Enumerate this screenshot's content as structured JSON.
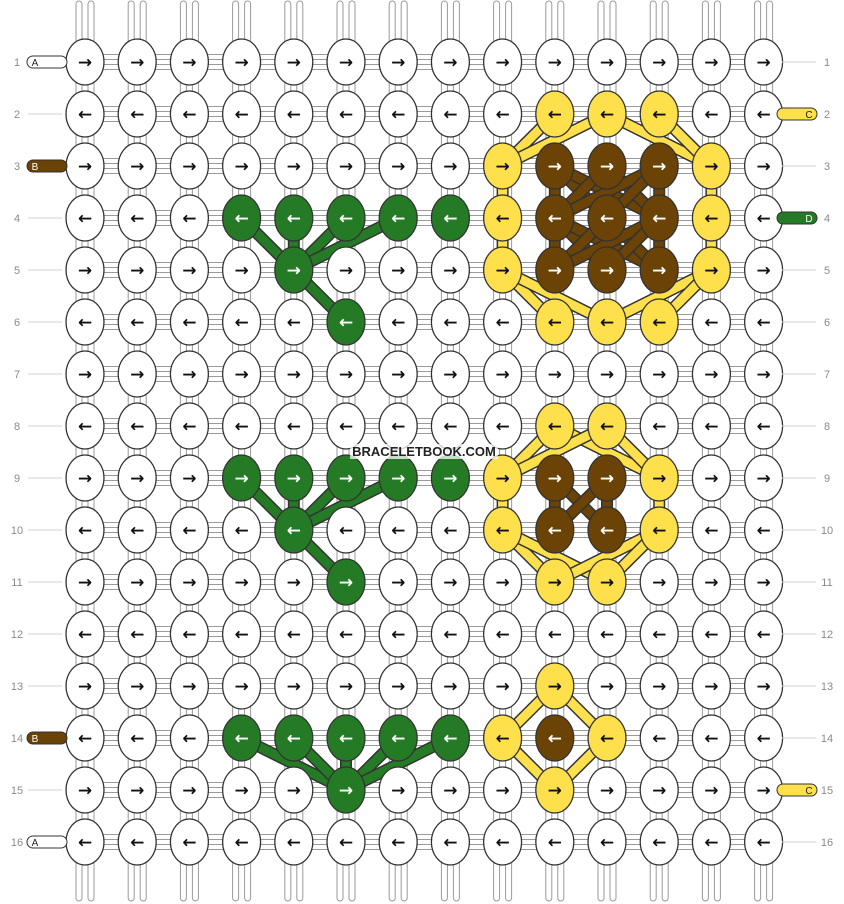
{
  "watermark": "BRACELETBOOK.COM",
  "colors": {
    "A": "#ffffff",
    "B": "#6b4306",
    "C": "#fde04c",
    "D": "#257b25"
  },
  "knot_arrow_glyphs": {
    "r": "→",
    "l": "←"
  },
  "left_row_labels": [
    "1",
    "2",
    "3",
    "4",
    "5",
    "6",
    "7",
    "8",
    "9",
    "10",
    "11",
    "12",
    "13",
    "14",
    "15",
    "16"
  ],
  "right_row_labels": [
    "1",
    "2",
    "3",
    "4",
    "5",
    "6",
    "7",
    "8",
    "9",
    "10",
    "11",
    "12",
    "13",
    "14",
    "15",
    "16"
  ],
  "left_strings": [
    {
      "row": 1,
      "letter": "A",
      "color": "A"
    },
    {
      "row": 3,
      "letter": "B",
      "color": "B"
    },
    {
      "row": 14,
      "letter": "B",
      "color": "B"
    },
    {
      "row": 16,
      "letter": "A",
      "color": "A"
    }
  ],
  "right_strings": [
    {
      "row": 2,
      "letter": "C",
      "color": "C"
    },
    {
      "row": 4,
      "letter": "D",
      "color": "D"
    },
    {
      "row": 15,
      "letter": "C",
      "color": "C"
    }
  ],
  "knot_rows": [
    {
      "dir": "r",
      "colors": "AAAAAAAAAAAAAA"
    },
    {
      "dir": "l",
      "colors": "AAAAAAAAACCCAA"
    },
    {
      "dir": "r",
      "colors": "AAAAAAAACBBBCA"
    },
    {
      "dir": "l",
      "colors": "AAADDDDDCBBBCA"
    },
    {
      "dir": "r",
      "colors": "AAAADAAACBBBCA"
    },
    {
      "dir": "l",
      "colors": "AAAAADAAACCCAA"
    },
    {
      "dir": "r",
      "colors": "AAAAAAAAAAAAAA"
    },
    {
      "dir": "l",
      "colors": "AAAAAAAAACCAAA"
    },
    {
      "dir": "r",
      "colors": "AAADDDDDCBBCAA"
    },
    {
      "dir": "l",
      "colors": "AAAADAAACBBCAA"
    },
    {
      "dir": "r",
      "colors": "AAAAADAAACCAAA"
    },
    {
      "dir": "l",
      "colors": "AAAAAAAAAAAAAA"
    },
    {
      "dir": "r",
      "colors": "AAAAAAAAACAAAA"
    },
    {
      "dir": "l",
      "colors": "AAADDDDDCBCAAA"
    },
    {
      "dir": "r",
      "colors": "AAAAADAAACAAAA"
    },
    {
      "dir": "l",
      "colors": "AAAAAAAAAAAAAA"
    }
  ]
}
